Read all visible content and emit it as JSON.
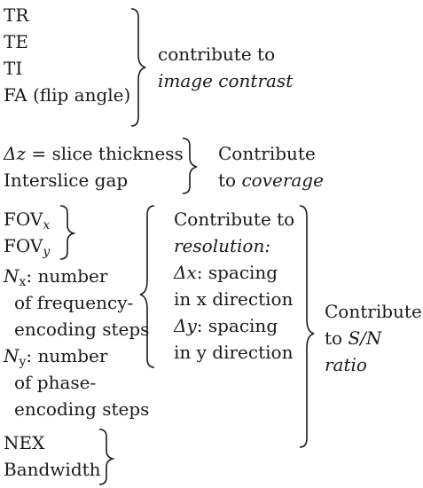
{
  "group_contrast": {
    "items": [
      "TR",
      "TE",
      "TI",
      "FA (flip angle)"
    ],
    "label_line1": "contribute to",
    "label_line2": "image contrast"
  },
  "group_coverage": {
    "item1_symbol": "Δz",
    "item1_rest": " = slice thickness",
    "item2": "Interslice gap",
    "label_line1": "Contribute",
    "label_line2_prefix": "to ",
    "label_line2_italic": "coverage"
  },
  "group_resolution": {
    "fovx_base": "FOV",
    "fovx_sub": "x",
    "fovy_base": "FOV",
    "fovy_sub": "y",
    "nx_base": "N",
    "nx_sub": "x",
    "nx_text": [
      ": number",
      "of frequency-",
      "encoding steps"
    ],
    "ny_base": "N",
    "ny_sub": "y",
    "ny_text": [
      ": number",
      "of phase-",
      "encoding steps"
    ],
    "label_line1": "Contribute to",
    "label_line2": "resolution:",
    "dx_symbol": "Δx",
    "dx_rest": ": spacing",
    "dx_line2": "in x direction",
    "dy_symbol": "Δy",
    "dy_rest": ": spacing",
    "dy_line2": "in y direction"
  },
  "group_sn": {
    "items": [
      "NEX",
      "Bandwidth"
    ],
    "label_line1": "Contribute",
    "label_line2_prefix": "to ",
    "label_line2_italic": "S/N",
    "label_line3": "ratio"
  }
}
